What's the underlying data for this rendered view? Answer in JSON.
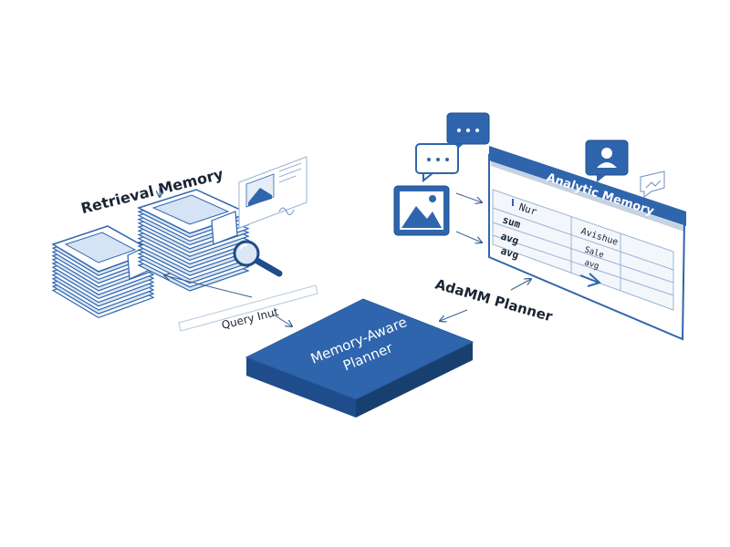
{
  "labels": {
    "retrieval_memory": "Retrieval Memory",
    "analytic_memory": "Analytic Memory",
    "planner": "AdaMM Planner",
    "query_input": "Query Inut",
    "memory_aware_line1": "Memory-Aware",
    "memory_aware_line2": "Planner"
  },
  "table": {
    "header_left": "Nur",
    "header_right": "Avishue",
    "rows": [
      {
        "left": "sum",
        "right": "Sale"
      },
      {
        "left": "avg",
        "right": "avg"
      },
      {
        "left": "avg",
        "right": ""
      }
    ]
  },
  "colors": {
    "primary": "#2f65ad",
    "primary_dark": "#1f4c8a",
    "light": "#dbe7f5",
    "line": "#3a5f92"
  }
}
